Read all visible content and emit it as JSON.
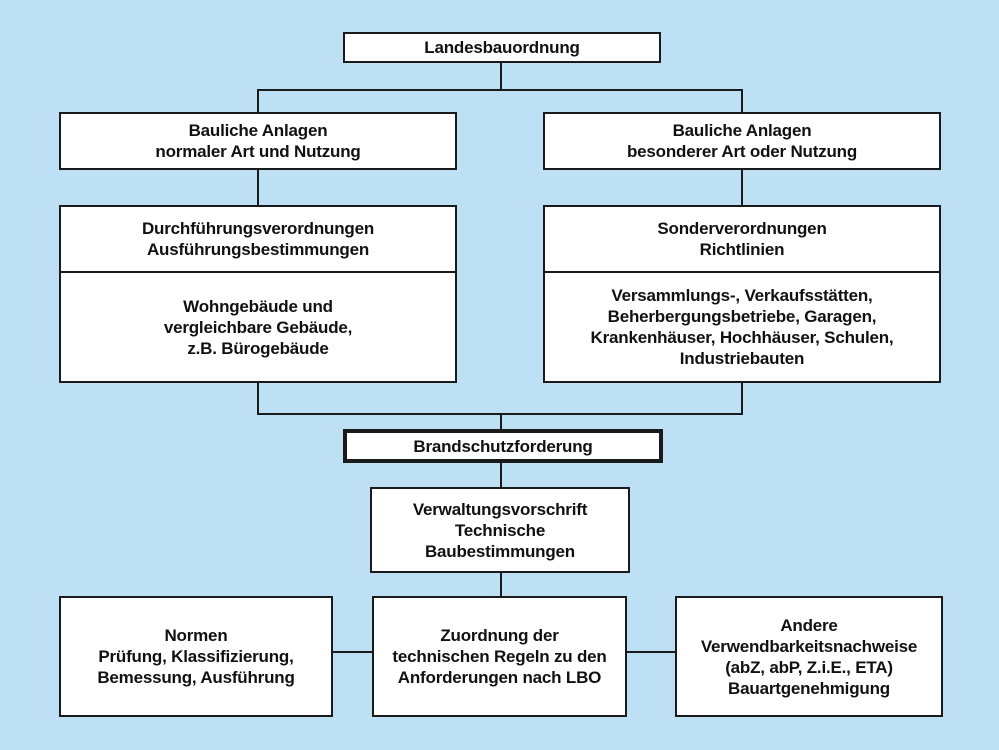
{
  "colors": {
    "background": "#bde0f5",
    "box_fill": "#ffffff",
    "border": "#1a1a1a",
    "text": "#111111"
  },
  "nodes": {
    "landesbauordnung": {
      "label": "Landesbauordnung"
    },
    "branch_normal": {
      "label": "Bauliche Anlagen\nnormaler Art und Nutzung"
    },
    "branch_special": {
      "label": "Bauliche Anlagen\nbesonderer Art oder Nutzung"
    },
    "left_regulations": {
      "label": "Durchführungsverordnungen\nAusführungsbestimmungen"
    },
    "left_examples": {
      "label": "Wohngebäude und\nvergleichbare Gebäude,\nz.B. Bürogebäude"
    },
    "right_regulations": {
      "label": "Sonderverordnungen\nRichtlinien"
    },
    "right_examples": {
      "label": "Versammlungs-, Verkaufsstätten,\nBeherbergungsbetriebe, Garagen,\nKrankenhäuser, Hochhäuser, Schulen,\nIndustriebauten"
    },
    "brandschutzforderung": {
      "label": "Brandschutzforderung"
    },
    "verwaltungsvorschrift": {
      "label": "Verwaltungsvorschrift\nTechnische\nBaubestimmungen"
    },
    "normen": {
      "label": "Normen\nPrüfung, Klassifizierung,\nBemessung, Ausführung"
    },
    "zuordnung": {
      "label": "Zuordnung der\ntechnischen Regeln zu den\nAnforderungen nach LBO"
    },
    "andere_nachweise": {
      "label": "Andere\nVerwendbarkeitsnachweise\n(abZ, abP, Z.i.E., ETA)\nBauartgenehmigung"
    }
  }
}
